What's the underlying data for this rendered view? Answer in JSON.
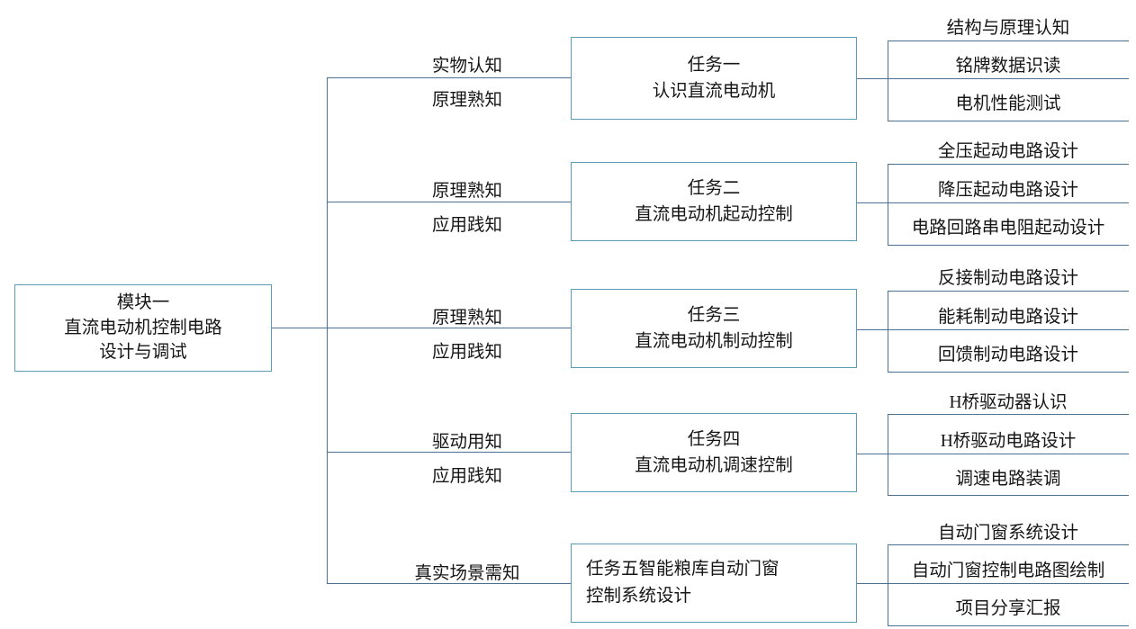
{
  "diagram": {
    "title_text": "模块一\n直流电动机控制电路\n设计与调试",
    "line_color": "#4a7094",
    "box_border_color": "#5b9bb5",
    "text_color": "#161616",
    "root": {
      "line1": "模块一",
      "line2": "直流电动机控制电路",
      "line3": "设计与调试"
    },
    "branches": [
      {
        "stage_labels": [
          "实物认知",
          "原理熟知"
        ],
        "task": {
          "line1": "任务一",
          "line2": "认识直流电动机"
        },
        "outcomes": [
          "结构与原理认知",
          "铭牌数据识读",
          "电机性能测试"
        ]
      },
      {
        "stage_labels": [
          "原理熟知",
          "应用践知"
        ],
        "task": {
          "line1": "任务二",
          "line2": "直流电动机起动控制"
        },
        "outcomes": [
          "全压起动电路设计",
          "降压起动电路设计",
          "电路回路串电阻起动设计"
        ]
      },
      {
        "stage_labels": [
          "原理熟知",
          "应用践知"
        ],
        "task": {
          "line1": "任务三",
          "line2": "直流电动机制动控制"
        },
        "outcomes": [
          "反接制动电路设计",
          "能耗制动电路设计",
          "回馈制动电路设计"
        ]
      },
      {
        "stage_labels": [
          "驱动用知",
          "应用践知"
        ],
        "task": {
          "line1": "任务四",
          "line2": "直流电动机调速控制"
        },
        "outcomes": [
          "H桥驱动器认识",
          "H桥驱动电路设计",
          "调速电路装调"
        ]
      },
      {
        "stage_labels": [
          "真实场景需知"
        ],
        "task": {
          "line1": "任务五智能粮库自动门窗",
          "line2": "控制系统设计"
        },
        "outcomes": [
          "自动门窗系统设计",
          "自动门窗控制电路图绘制",
          "项目分享汇报"
        ]
      }
    ]
  }
}
